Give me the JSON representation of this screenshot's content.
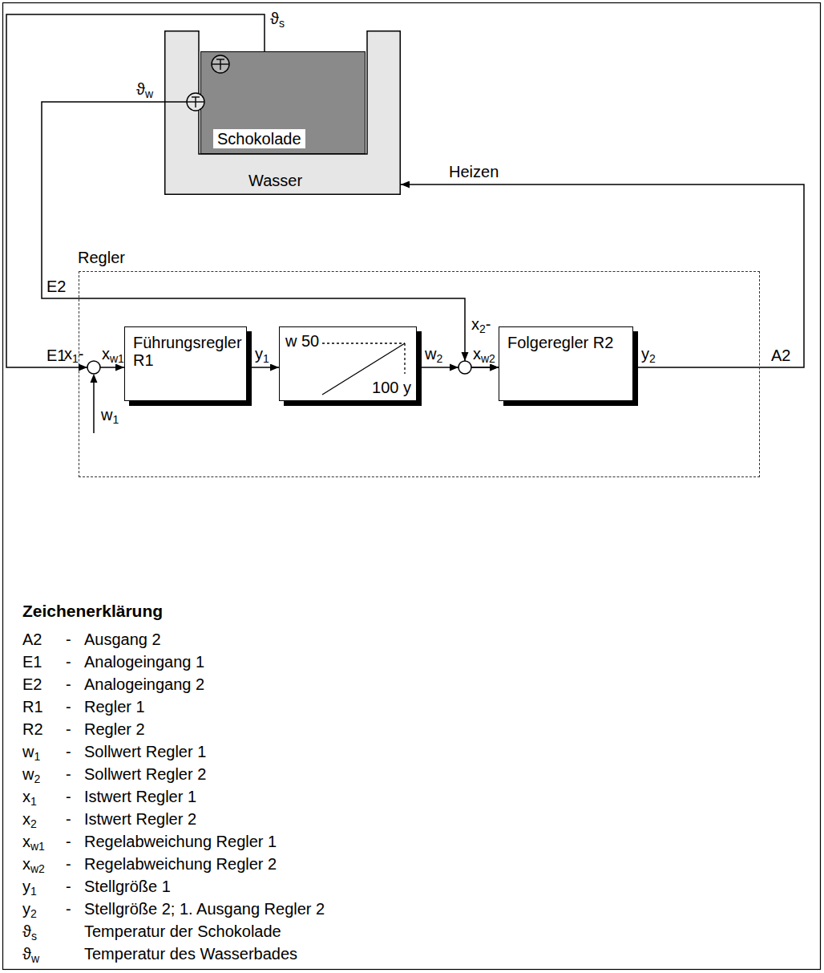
{
  "diagram": {
    "nodes": [
      {
        "text": [
          "Wasser"
        ]
      },
      {
        "text": [
          "Schokolade"
        ],
        "in": 0
      },
      {
        "text": [
          "Regler"
        ]
      },
      {
        "text": [
          "Führungsregler R1"
        ],
        "in": 2
      },
      {
        "text": [
          "w 50",
          "100 y"
        ],
        "in": 2
      },
      {
        "text": [
          "Folgeregler R2"
        ],
        "in": 2
      }
    ],
    "edges": [
      {
        "from": 3,
        "to": 4,
        "arrow": "to",
        "label": "y1"
      },
      {
        "from": 4,
        "to": 5,
        "arrow": "to",
        "label": "w2"
      },
      {
        "from": 5,
        "to": 0,
        "arrow": "to",
        "label": "Heizen"
      },
      {
        "from": 1,
        "to": 3,
        "arrow": "to",
        "label": "ϑs"
      },
      {
        "from": 0,
        "to": 5,
        "arrow": "to",
        "label": "ϑw"
      }
    ],
    "labels": [
      "E1",
      "x1-",
      "xw1",
      "w1",
      "E2",
      "x2-",
      "xw2",
      "y2",
      "A2",
      "Zeichenerklärung",
      "A2 - Ausgang 2",
      "E1 - Analogeingang 1",
      "E2 - Analogeingang 2",
      "R1 - Regler 1",
      "R2 - Regler 2",
      "w1 - Sollwert Regler 1",
      "w2 - Sollwert Regler 2",
      "x1 - Istwert Regler 1",
      "x2 - Istwert Regler 2",
      "xw1 - Regelabweichung Regler 1",
      "xw2 - Regelabweichung Regler 2",
      "y1 - Stellgröße 1",
      "y2 - Stellgröße 2; 1. Ausgang Regler 2",
      "ϑs Temperatur der Schokolade",
      "ϑw Temperatur des Wasserbades"
    ]
  }
}
